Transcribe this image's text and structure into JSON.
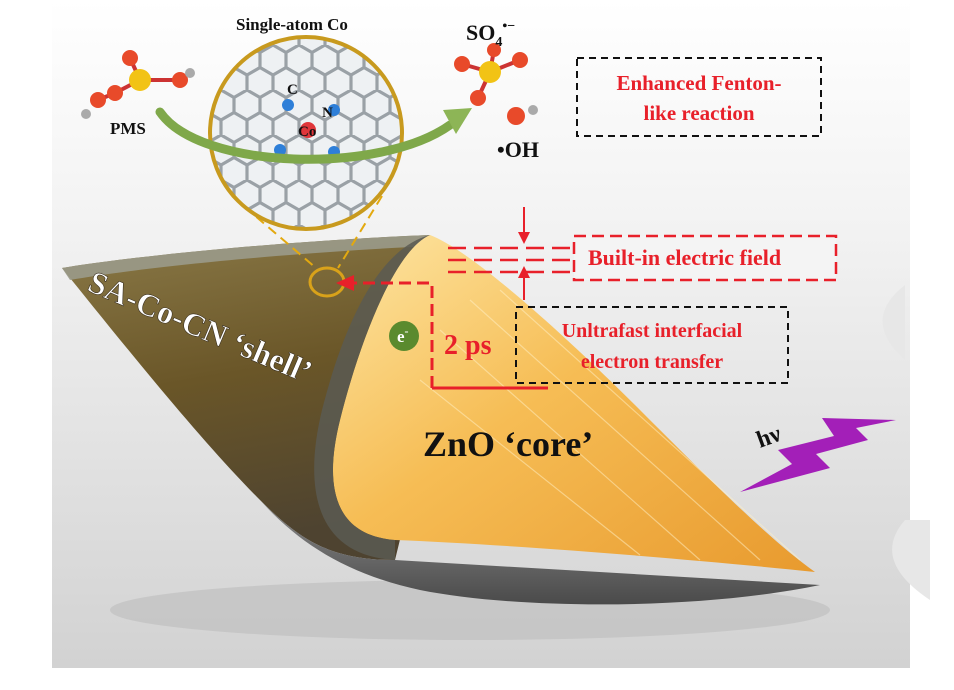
{
  "labels": {
    "single_atom_co": "Single-atom Co",
    "atom_c": "C",
    "atom_n": "N",
    "atom_co": "Co",
    "pms": "PMS",
    "so4_radical_base": "SO",
    "so4_radical_sub": "4",
    "so4_radical_sup": "•−",
    "oh_radical": "•OH",
    "enhanced_fenton": [
      "Enhanced Fenton-",
      "like reaction"
    ],
    "built_in_field": "Built-in electric field",
    "ultrafast_transfer": [
      "Unltrafast interfacial",
      "electron transfer"
    ],
    "shell_label": "SA-Co-CN ‘shell’",
    "core_label": "ZnO ‘core’",
    "time_label": "2 ps",
    "electron": "e",
    "electron_sup": "-",
    "hv": "hν"
  },
  "colors": {
    "accent_red": "#e8202a",
    "annotation_dash": "#111111",
    "ring_gold": "#c89a1e",
    "electron_green": "#5a8a2e",
    "lightning": "#a31fb8",
    "arrow_green": "#7fa84a",
    "core_orange": "#f4b34a",
    "shell_olive": "#6d5a2c"
  }
}
